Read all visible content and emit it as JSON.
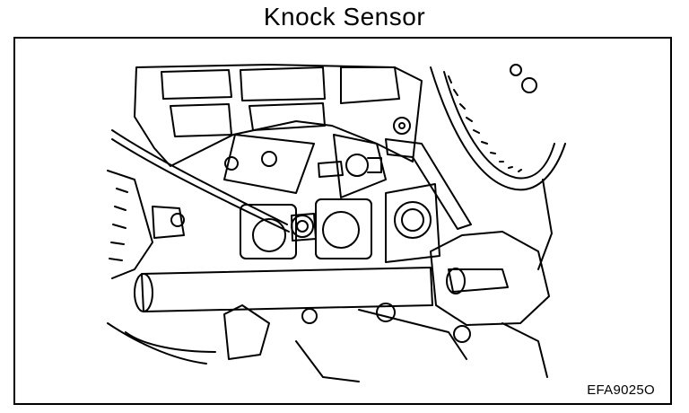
{
  "title": "Knock Sensor",
  "figure_code": "EFA9025O",
  "illustration": "engine-block-knock-sensor-line-drawing"
}
